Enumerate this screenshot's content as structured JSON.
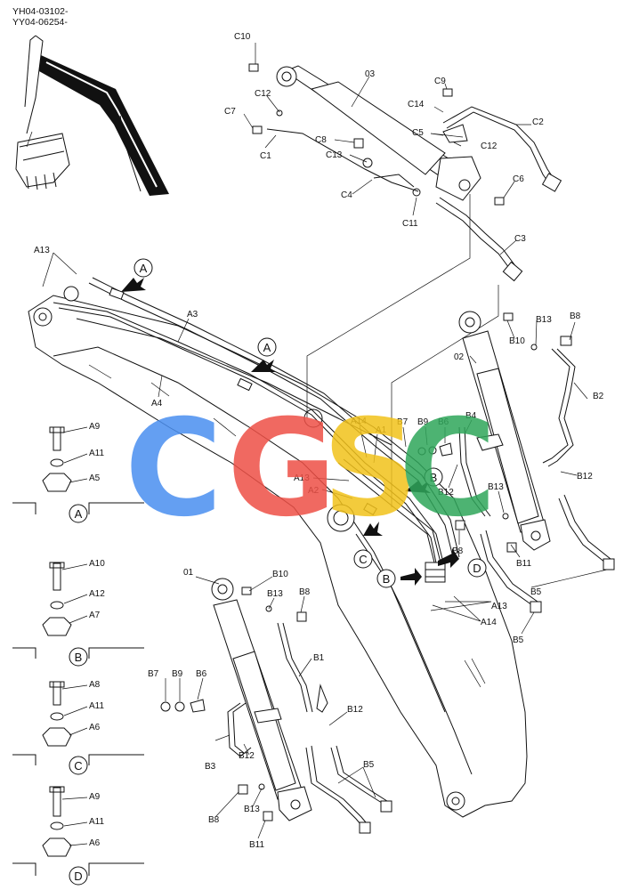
{
  "header": {
    "line1": "YH04-03102-",
    "line2": "YY04-06254-"
  },
  "watermark": {
    "letters": [
      "C",
      "G",
      "S",
      "C"
    ],
    "colors": [
      "#4a8ff0",
      "#ee5046",
      "#f2c21b",
      "#2fa65a"
    ]
  },
  "labels": {
    "C10": "C10",
    "O3": "03",
    "C9": "C9",
    "C12a": "C12",
    "C14": "C14",
    "C2": "C2",
    "C7": "C7",
    "C5": "C5",
    "C12b": "C12",
    "C8": "C8",
    "C1": "C1",
    "C13": "C13",
    "C6": "C6",
    "C4": "C4",
    "C11": "C11",
    "C3": "C3",
    "A13a": "A13",
    "A3": "A3",
    "A4": "A4",
    "A14": "A14",
    "A1": "A1",
    "A13b": "A13",
    "A2": "A2",
    "A13c": "A13",
    "A14b": "A14",
    "B10a": "B10",
    "B13a": "B13",
    "B8a": "B8",
    "O2": "02",
    "B2": "B2",
    "B7a": "B7",
    "B9a": "B9",
    "B6a": "B6",
    "B4": "B4",
    "B12a": "B12",
    "B12b": "B12",
    "B13b": "B13",
    "B8b": "B8",
    "B11a": "B11",
    "B5a": "B5",
    "B5b": "B5",
    "O1": "01",
    "B10b": "B10",
    "B13c": "B13",
    "B8c": "B8",
    "B1": "B1",
    "B7b": "B7",
    "B9b": "B9",
    "B6b": "B6",
    "B12c": "B12",
    "B3": "B3",
    "B12d": "B12",
    "B5c": "B5",
    "B8d": "B8",
    "B13d": "B13",
    "B11b": "B11",
    "A9a": "A9",
    "A11a": "A11",
    "A5": "A5",
    "A10": "A10",
    "A12": "A12",
    "A7": "A7",
    "A8": "A8",
    "A11b": "A11",
    "A6a": "A6",
    "A9b": "A9",
    "A11c": "A11",
    "A6b": "A6"
  },
  "callouts": {
    "A": "A",
    "B": "B",
    "C": "C",
    "D": "D"
  }
}
